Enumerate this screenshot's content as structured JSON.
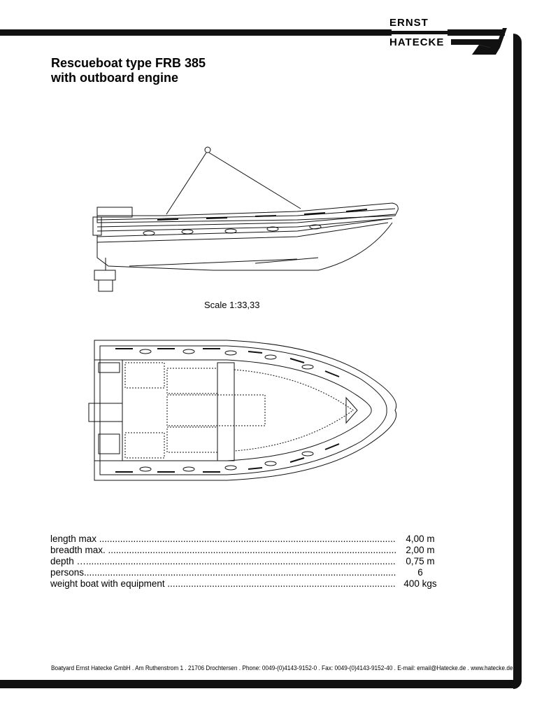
{
  "logo": {
    "line1": "ERNST",
    "line2": "HATECKE"
  },
  "title": {
    "line1": "Rescueboat type FRB 385",
    "line2": "with outboard engine"
  },
  "scale": "Scale 1:33,33",
  "specs": [
    {
      "label": "length max",
      "value": "4,00 m"
    },
    {
      "label": "breadth max.",
      "value": "2,00 m"
    },
    {
      "label": "depth …",
      "value": "0,75 m"
    },
    {
      "label": "persons",
      "value": "6"
    },
    {
      "label": "weight boat with equipment",
      "value": "400 kgs"
    }
  ],
  "footer": "Boatyard Ernst Hatecke GmbH . Am Ruthenstrom 1 . 21706 Drochtersen . Phone: 0049-(0)4143-9152-0 . Fax: 0049-(0)4143-9152-40 . E-mail: email@Hatecke.de . www.hatecke.de"
}
